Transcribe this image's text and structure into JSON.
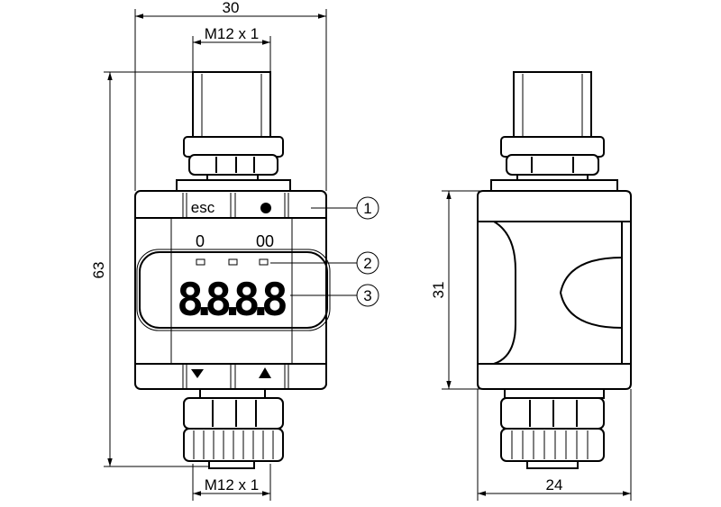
{
  "dimensions": {
    "width_front": "30",
    "height_total": "63",
    "height_body": "31",
    "width_side": "24",
    "thread_top": "M12 x 1",
    "thread_bottom": "M12 x 1"
  },
  "front": {
    "esc_label": "esc",
    "led_label_left": "0",
    "led_label_right": "00",
    "display": "8.8.8.8"
  },
  "callouts": [
    "1",
    "2",
    "3"
  ]
}
